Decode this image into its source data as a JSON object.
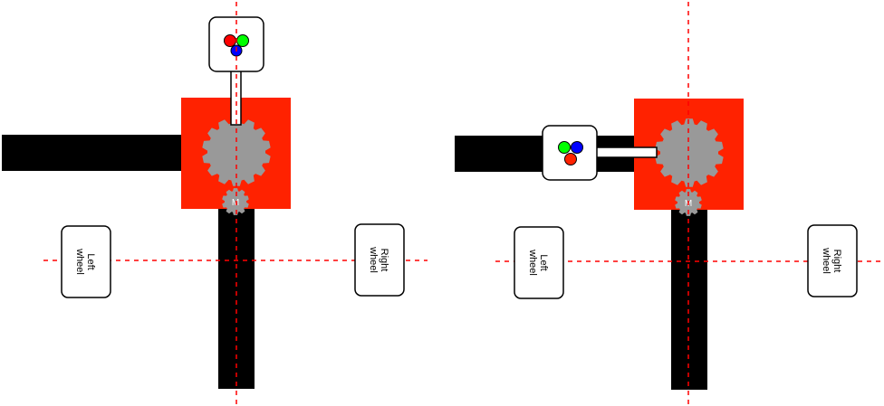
{
  "colors": {
    "body": "#ff2200",
    "beam": "#000000",
    "gear": "#999999",
    "guide_line": "#ff0000",
    "led_red": "#ff0000",
    "led_green": "#00ff00",
    "led_blue": "#0000ff",
    "box_fill": "#ffffff",
    "box_stroke": "#000000"
  },
  "icons": {
    "gear": "gear-icon",
    "motor": "motor-gear-icon",
    "rgb_sensor": "rgb-led-icon"
  },
  "diagrams": [
    {
      "left_wheel": {
        "line1": "Left",
        "line2": "wheel"
      },
      "right_wheel": {
        "line1": "Right",
        "line2": "wheel"
      },
      "motor_label": "M"
    },
    {
      "left_wheel": {
        "line1": "Left",
        "line2": "wheel"
      },
      "right_wheel": {
        "line1": "Right",
        "line2": "wheel"
      },
      "motor_label": "M"
    }
  ]
}
